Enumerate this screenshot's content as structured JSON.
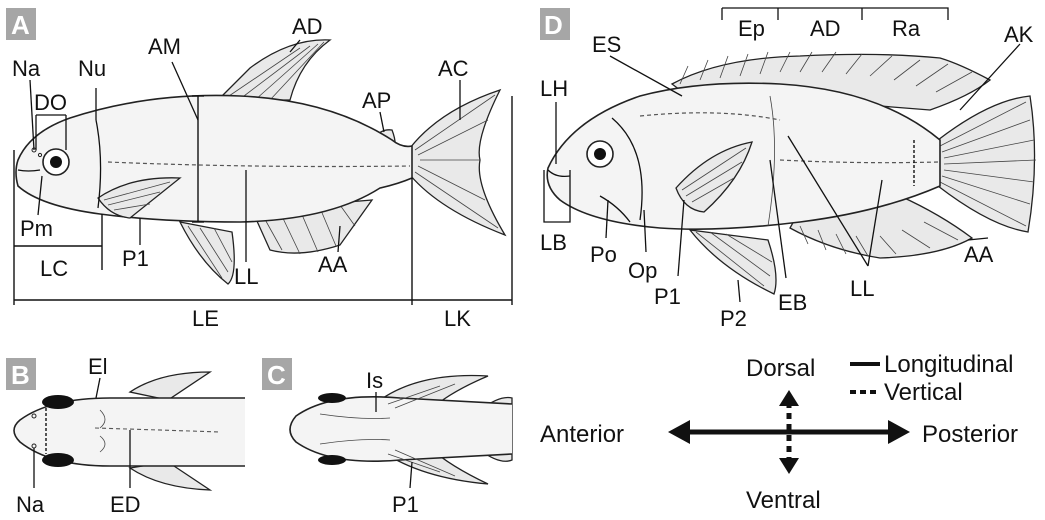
{
  "panels": {
    "A": {
      "letter": "A",
      "labels": {
        "Na": "Na",
        "Nu": "Nu",
        "DO": "DO",
        "AM": "AM",
        "AD": "AD",
        "AP": "AP",
        "AC": "AC",
        "Pm": "Pm",
        "P1": "P1",
        "LC": "LC",
        "LL": "LL",
        "AA": "AA",
        "LE": "LE",
        "LK": "LK"
      }
    },
    "B": {
      "letter": "B",
      "labels": {
        "El": "El",
        "Na": "Na",
        "ED": "ED"
      }
    },
    "C": {
      "letter": "C",
      "labels": {
        "Is": "Is",
        "P1": "P1"
      }
    },
    "D": {
      "letter": "D",
      "labels": {
        "ES": "ES",
        "Ep": "Ep",
        "AD": "AD",
        "Ra": "Ra",
        "AK": "AK",
        "LH": "LH",
        "LB": "LB",
        "Po": "Po",
        "Op": "Op",
        "P1": "P1",
        "P2": "P2",
        "EB": "EB",
        "LL": "LL",
        "AA": "AA"
      }
    }
  },
  "orientation": {
    "dorsal": "Dorsal",
    "ventral": "Ventral",
    "anterior": "Anterior",
    "posterior": "Posterior"
  },
  "legend": {
    "solid": "Longitudinal",
    "dotted": "Vertical"
  },
  "colors": {
    "panel_badge": "#a6a6a6",
    "ink": "#111111",
    "fish_fill": "#f4f4f4"
  }
}
